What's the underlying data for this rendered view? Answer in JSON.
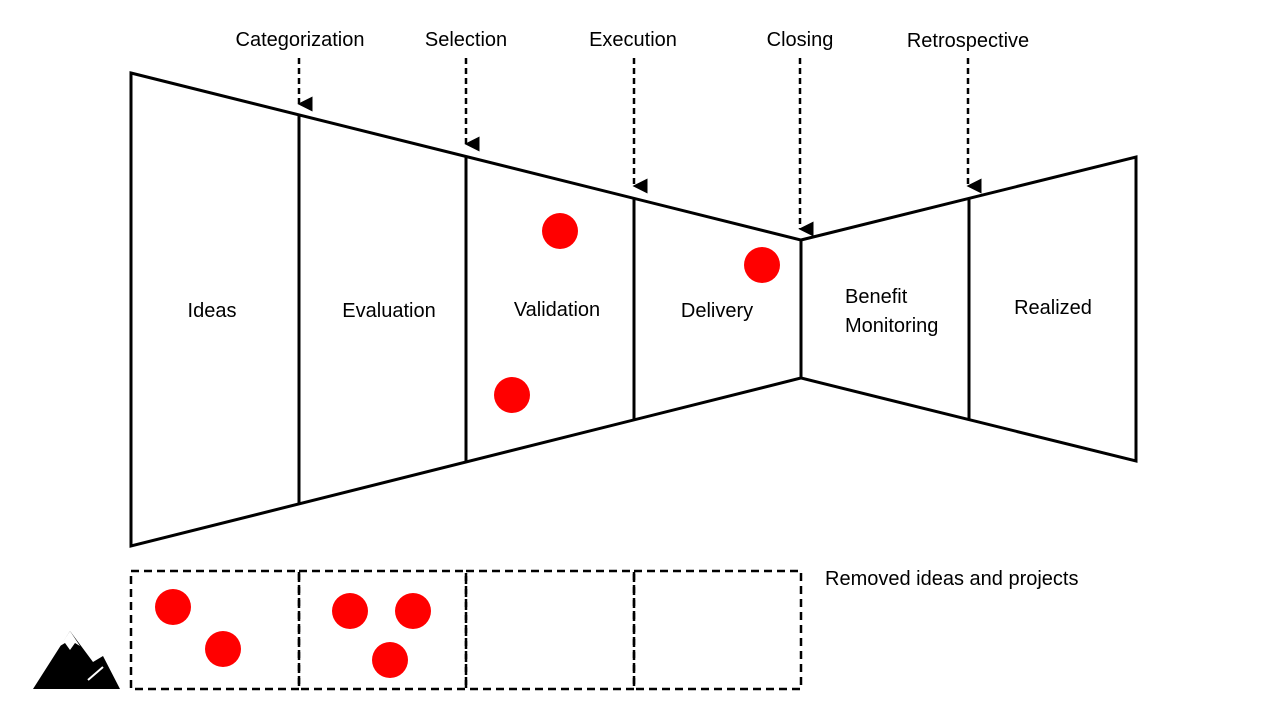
{
  "gates": [
    "Categorization",
    "Selection",
    "Execution",
    "Closing",
    "Retrospective"
  ],
  "stages": [
    "Ideas",
    "Evaluation",
    "Validation",
    "Delivery",
    "Benefit",
    "Monitoring",
    "Realized"
  ],
  "removed_label": "Removed ideas and projects",
  "colors": {
    "line": "#000000",
    "dot": "#ff0000"
  }
}
